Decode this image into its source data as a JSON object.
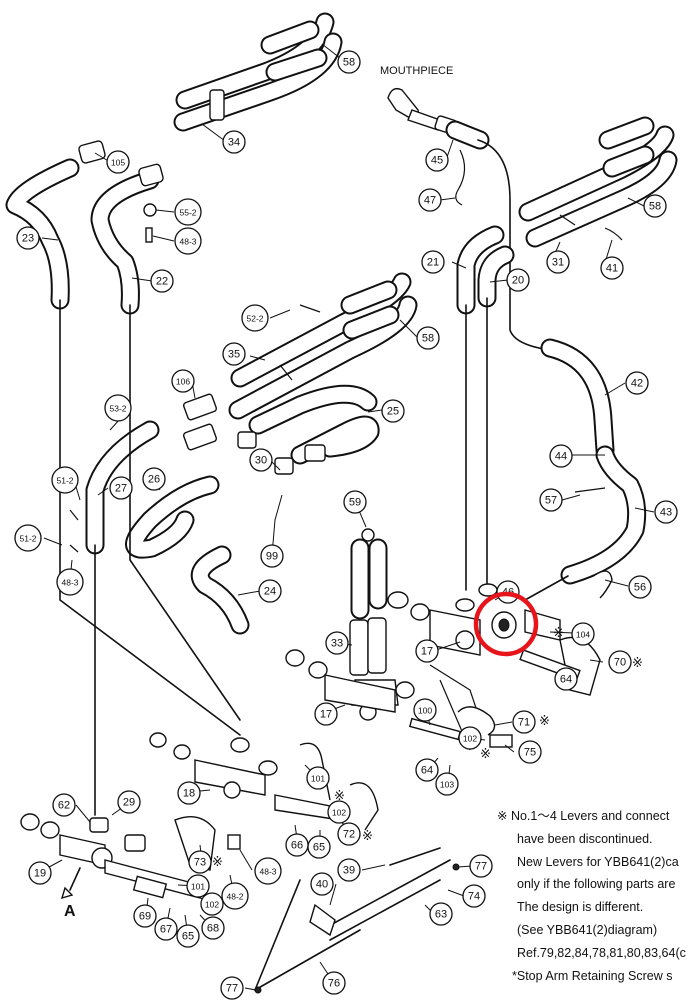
{
  "labels": {
    "mouthpiece": "MOUTHPIECE",
    "view_a": "A"
  },
  "callouts": [
    {
      "id": "58"
    },
    {
      "id": "34"
    },
    {
      "id": "105"
    },
    {
      "id": "55-2"
    },
    {
      "id": "48-3"
    },
    {
      "id": "23"
    },
    {
      "id": "22"
    },
    {
      "id": "45"
    },
    {
      "id": "47"
    },
    {
      "id": "58"
    },
    {
      "id": "21"
    },
    {
      "id": "20"
    },
    {
      "id": "31"
    },
    {
      "id": "41"
    },
    {
      "id": "52-2"
    },
    {
      "id": "58"
    },
    {
      "id": "35"
    },
    {
      "id": "106"
    },
    {
      "id": "53-2"
    },
    {
      "id": "25"
    },
    {
      "id": "42"
    },
    {
      "id": "44"
    },
    {
      "id": "30"
    },
    {
      "id": "51-2"
    },
    {
      "id": "27"
    },
    {
      "id": "26"
    },
    {
      "id": "57"
    },
    {
      "id": "43"
    },
    {
      "id": "59"
    },
    {
      "id": "51-2"
    },
    {
      "id": "48-3"
    },
    {
      "id": "99"
    },
    {
      "id": "24"
    },
    {
      "id": "56"
    },
    {
      "id": "46"
    },
    {
      "id": "104"
    },
    {
      "id": "33"
    },
    {
      "id": "17"
    },
    {
      "id": "70"
    },
    {
      "id": "64"
    },
    {
      "id": "17"
    },
    {
      "id": "100"
    },
    {
      "id": "71"
    },
    {
      "id": "102"
    },
    {
      "id": "75"
    },
    {
      "id": "64"
    },
    {
      "id": "103"
    },
    {
      "id": "101"
    },
    {
      "id": "18"
    },
    {
      "id": "62"
    },
    {
      "id": "29"
    },
    {
      "id": "102"
    },
    {
      "id": "72"
    },
    {
      "id": "66"
    },
    {
      "id": "65"
    },
    {
      "id": "73"
    },
    {
      "id": "48-3"
    },
    {
      "id": "48-2"
    },
    {
      "id": "19"
    },
    {
      "id": "101"
    },
    {
      "id": "102"
    },
    {
      "id": "39"
    },
    {
      "id": "77"
    },
    {
      "id": "40"
    },
    {
      "id": "74"
    },
    {
      "id": "69"
    },
    {
      "id": "67"
    },
    {
      "id": "65"
    },
    {
      "id": "68"
    },
    {
      "id": "63"
    },
    {
      "id": "77"
    },
    {
      "id": "76"
    }
  ],
  "note": {
    "lines": [
      "※ No.1～4  Levers and connect",
      "have been discontinued.",
      "New Levers for YBB641(2)ca",
      "only if the following parts are",
      "The design is different.",
      "(See YBB641(2)diagram)",
      "Ref.79,82,84,78,81,80,83,64(c",
      "*Stop Arm Retaining Screw s"
    ]
  },
  "marks": {
    "symbol": "※"
  },
  "highlight": {
    "target_part": "46",
    "color": "#e8141c"
  }
}
